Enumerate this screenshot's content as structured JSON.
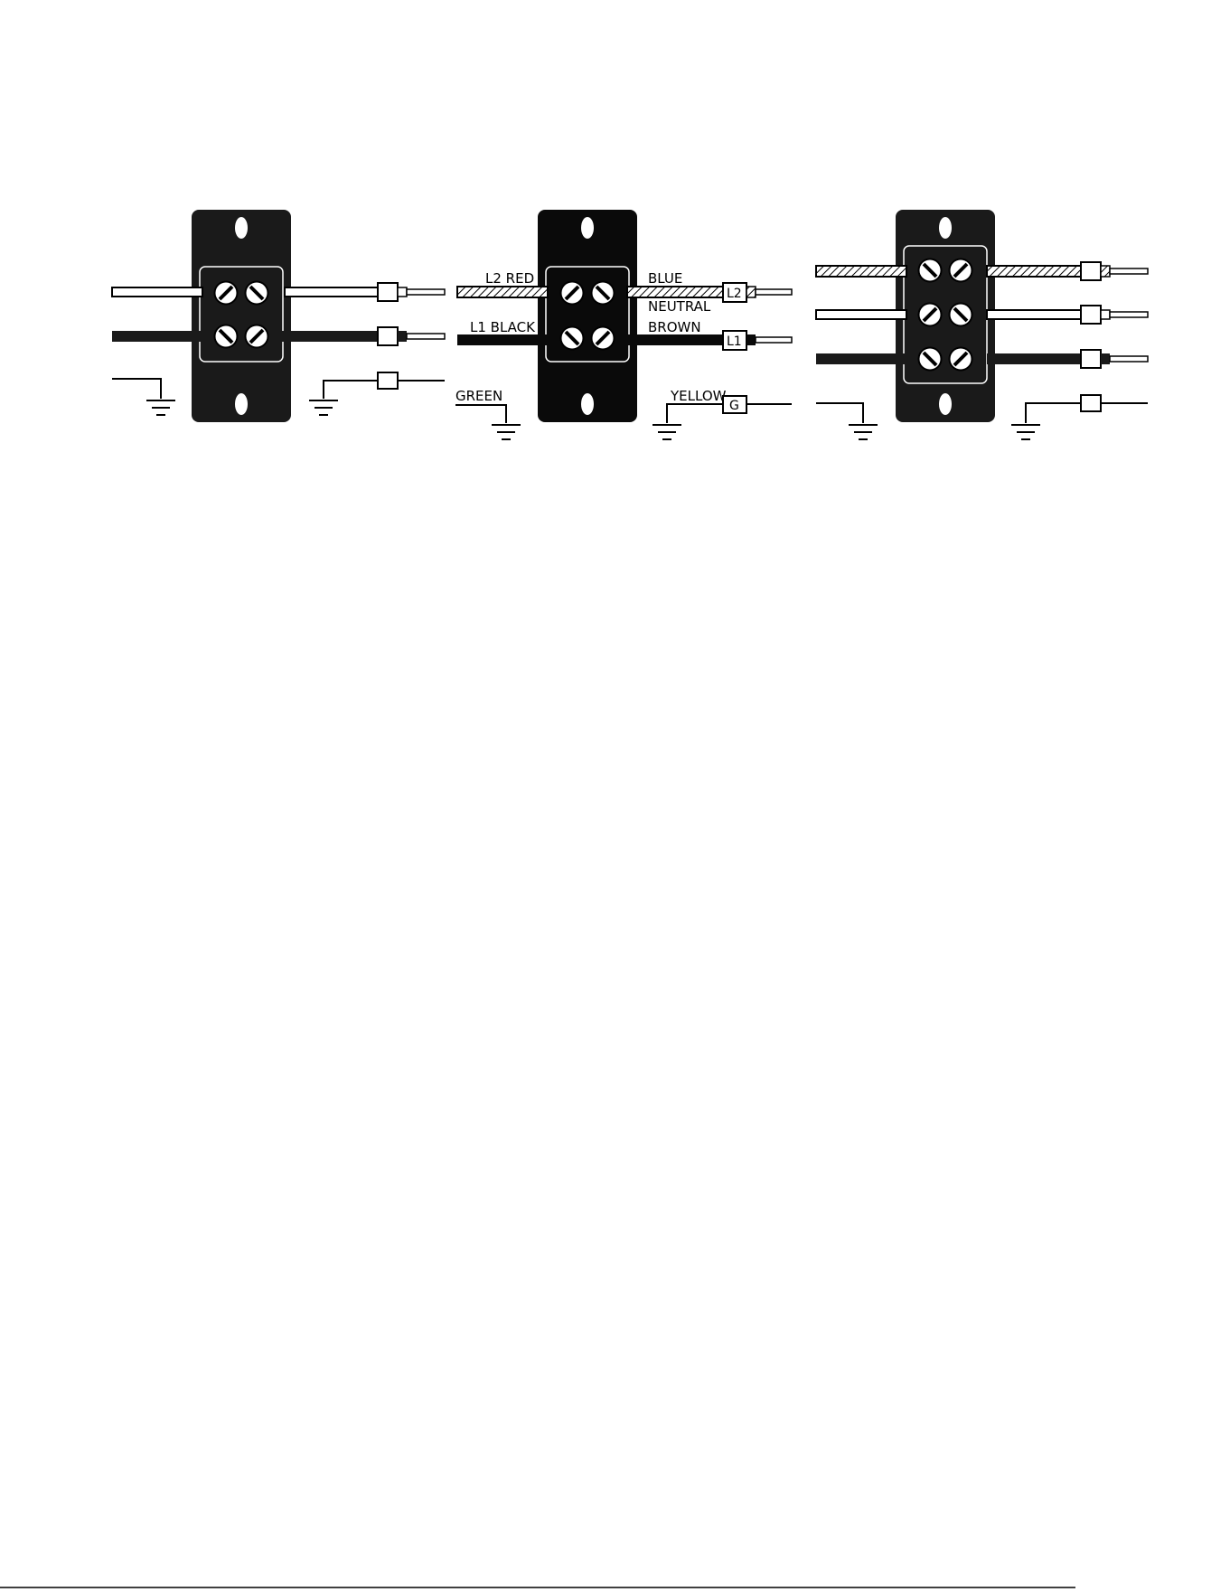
{
  "diagrams": [
    {
      "name": "terminal-block-2-pole",
      "labels": {}
    },
    {
      "name": "terminal-block-2-pole-labeled",
      "labels": {
        "l2_red": "L2 RED",
        "l1_black": "L1 BLACK",
        "green": "GREEN",
        "blue": "BLUE",
        "neutral": "NEUTRAL",
        "brown": "BROWN",
        "yellow": "YELLOW",
        "terminal_l2": "L2",
        "terminal_l1": "L1",
        "terminal_g": "G"
      }
    },
    {
      "name": "terminal-block-3-pole",
      "labels": {}
    }
  ],
  "colors": {
    "block": "#1a1a1a",
    "black_wire": "#1a1a1a",
    "white_wire": "#ffffff",
    "red_wire_hatch": "#000000"
  }
}
